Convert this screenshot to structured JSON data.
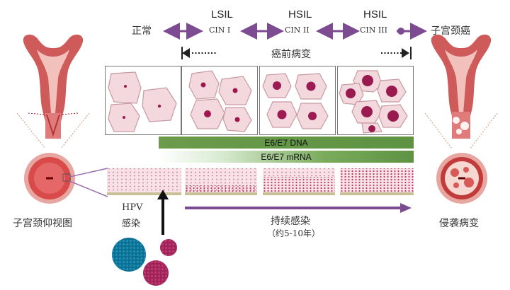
{
  "stages": {
    "normal": "正常",
    "cancer": "子宫颈癌",
    "precancer": "癌前病变"
  },
  "grades": [
    {
      "grade": "LSIL",
      "cin": "CIN I"
    },
    {
      "grade": "HSIL",
      "cin": "CIN  II"
    },
    {
      "grade": "HSIL",
      "cin": "CIN  III"
    }
  ],
  "bars": {
    "dna": "E6/E7 DNA",
    "mrna": "E6/E7 mRNA"
  },
  "labels": {
    "cervix_view": "子宫颈仰视图",
    "invasive": "侵袭病变",
    "hpv_line1": "HPV",
    "hpv_line2": "感染",
    "persistent": "持续感染",
    "duration": "（约5-10年）"
  },
  "colors": {
    "arrow_purple": "#7d4b91",
    "bar_green": "#5d9342",
    "cell_fill": "#f3d9dd",
    "nucleus": "#a0164f"
  },
  "icons": [
    "uterus-normal-icon",
    "uterus-cancer-icon",
    "cervix-normal-icon",
    "cervix-cancer-icon",
    "hpv-virus-icon"
  ]
}
